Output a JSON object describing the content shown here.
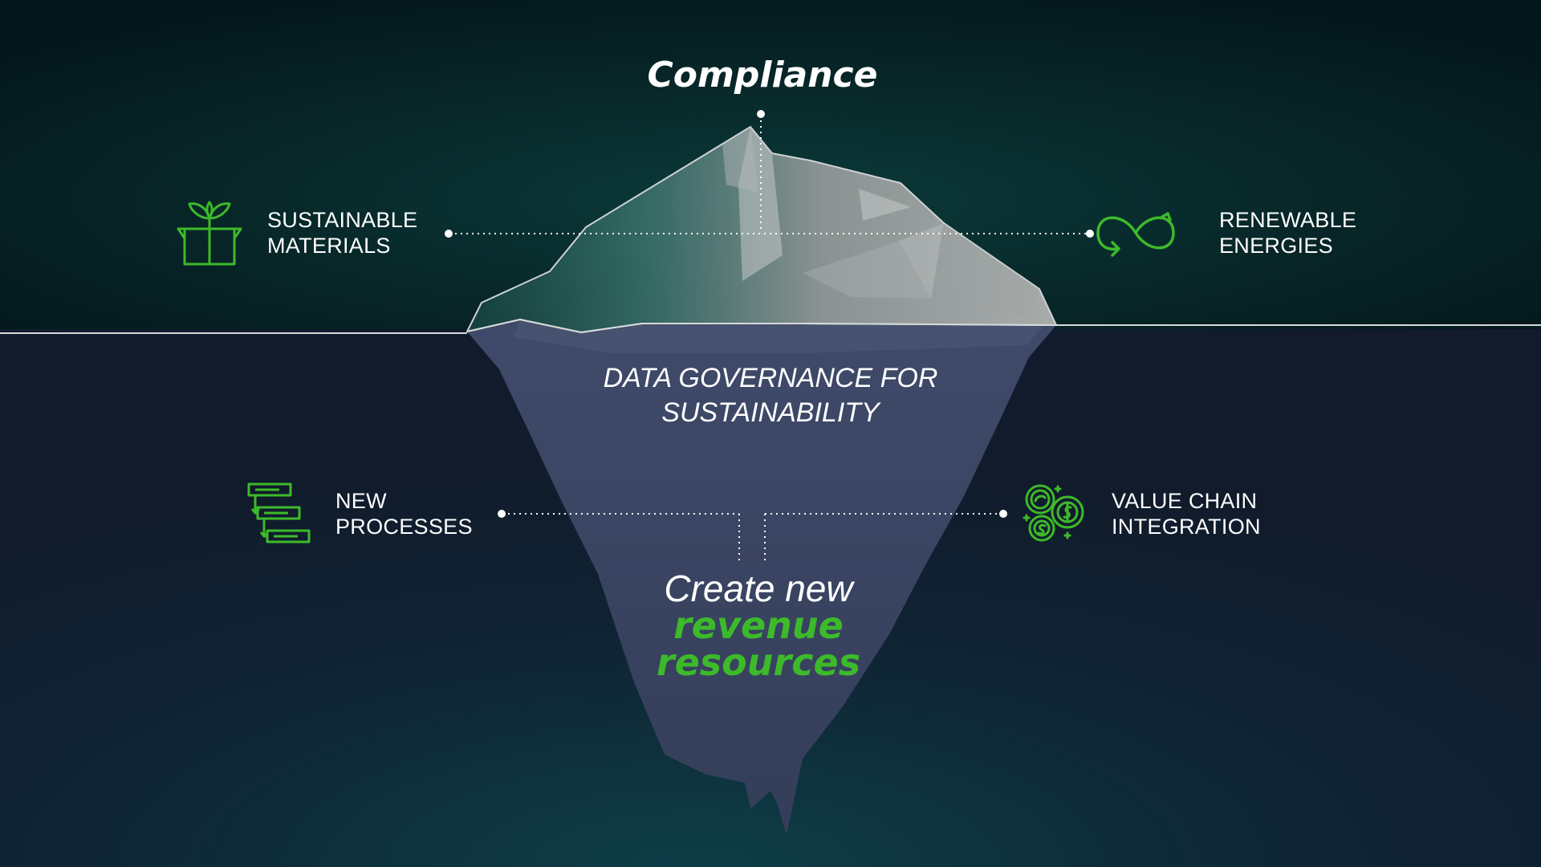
{
  "top_title": "Compliance",
  "center_text": {
    "line1": "DATA GOVERNANCE FOR",
    "line2": "SUSTAINABILITY"
  },
  "bottom_text": {
    "line1": "Create new",
    "line2": "revenue",
    "line3": "resources"
  },
  "items": {
    "sustainable_materials": {
      "line1": "SUSTAINABLE",
      "line2": "MATERIALS",
      "icon": "plant-box-icon"
    },
    "renewable_energies": {
      "line1": "RENEWABLE",
      "line2": "ENERGIES",
      "icon": "infinity-cycle-icon"
    },
    "new_processes": {
      "line1": "NEW",
      "line2": "PROCESSES",
      "icon": "process-flow-icon"
    },
    "value_chain_integration": {
      "line1": "VALUE CHAIN",
      "line2": "INTEGRATION",
      "icon": "coins-exchange-icon"
    }
  },
  "colors": {
    "accent_green": "#3dba2a",
    "background_top": "#061f22",
    "background_bottom": "#101b2b",
    "iceberg_above": "#9fa6a6",
    "iceberg_below": "#3d4766",
    "text": "#ffffff"
  }
}
